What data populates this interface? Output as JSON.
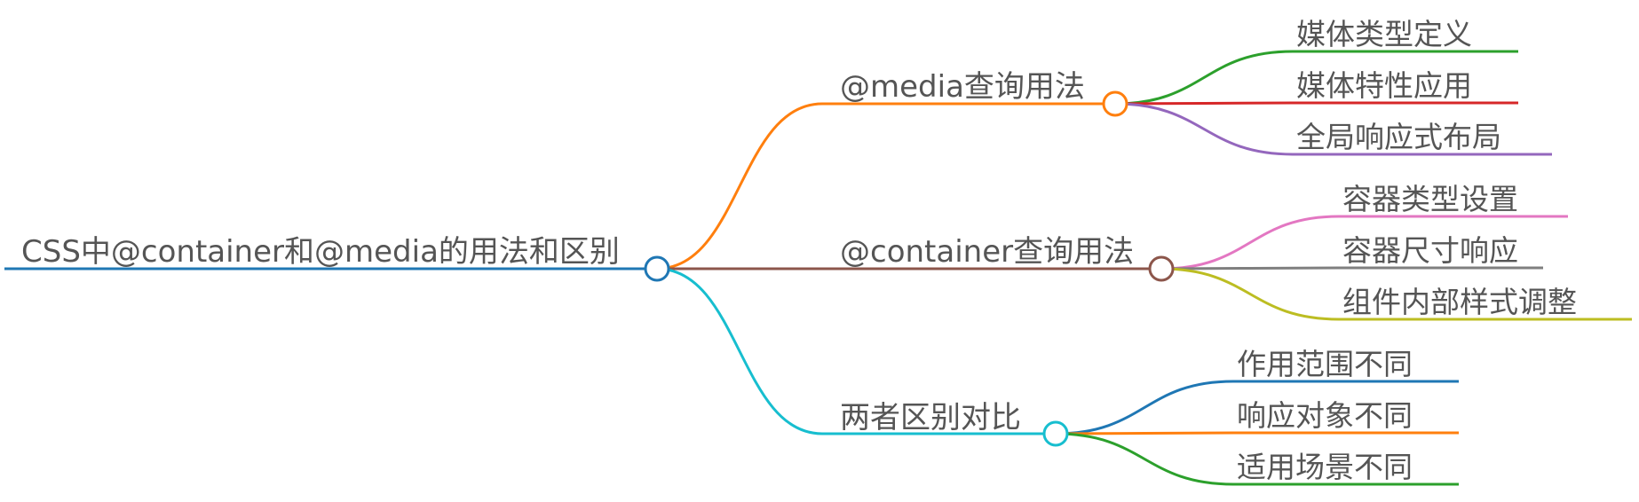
{
  "root": {
    "label": "CSS中@container和@media的用法和区别",
    "color": "#1f77b4"
  },
  "branches": [
    {
      "label": "@media查询用法",
      "color": "#ff7f0e",
      "children": [
        {
          "label": "媒体类型定义",
          "color": "#2ca02c"
        },
        {
          "label": "媒体特性应用",
          "color": "#d62728"
        },
        {
          "label": "全局响应式布局",
          "color": "#9467bd"
        }
      ]
    },
    {
      "label": "@container查询用法",
      "color": "#8c564b",
      "children": [
        {
          "label": "容器类型设置",
          "color": "#e377c2"
        },
        {
          "label": "容器尺寸响应",
          "color": "#7f7f7f"
        },
        {
          "label": "组件内部样式调整",
          "color": "#bcbd22"
        }
      ]
    },
    {
      "label": "两者区别对比",
      "color": "#17becf",
      "children": [
        {
          "label": "作用范围不同",
          "color": "#1f77b4"
        },
        {
          "label": "响应对象不同",
          "color": "#ff7f0e"
        },
        {
          "label": "适用场景不同",
          "color": "#2ca02c"
        }
      ]
    }
  ]
}
